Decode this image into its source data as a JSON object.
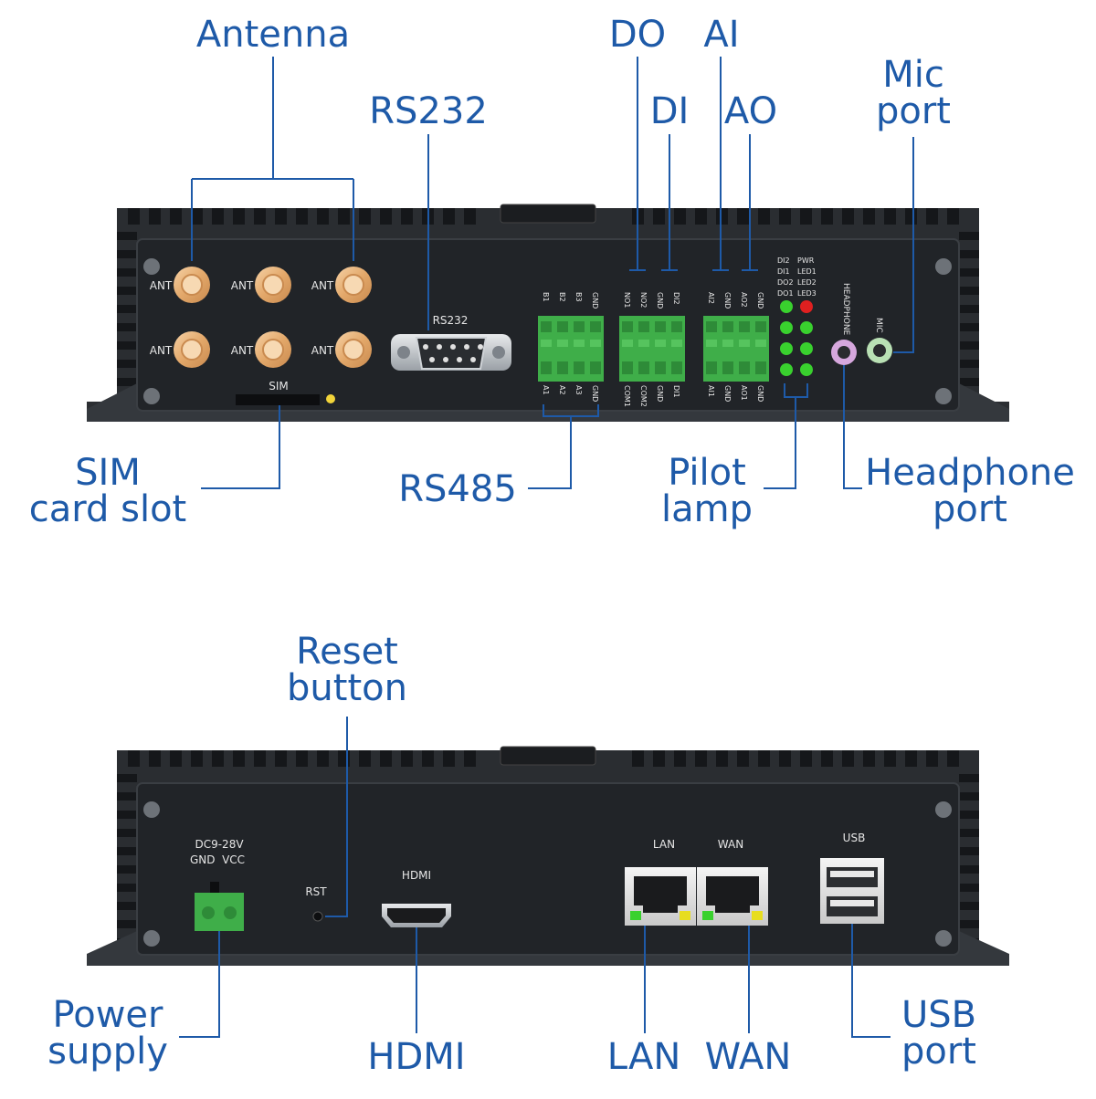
{
  "top_panel": {
    "ant_label": "ANT",
    "rs232_label": "RS232",
    "sim_label": "SIM",
    "rs485_top": [
      "B1",
      "B2",
      "B3",
      "GND"
    ],
    "rs485_bottom": [
      "A1",
      "A2",
      "A3",
      "GND"
    ],
    "dio_top": [
      "NO1",
      "NO2",
      "GND",
      "DI2"
    ],
    "dio_bottom": [
      "COM1",
      "COM2",
      "GND",
      "DI1"
    ],
    "aio_top": [
      "AI2",
      "GND",
      "AO2",
      "GND"
    ],
    "aio_bottom": [
      "AI1",
      "GND",
      "AO1",
      "GND"
    ],
    "led_left": [
      "DI2",
      "DI1",
      "DO2",
      "DO1"
    ],
    "led_right": [
      "PWR",
      "LED1",
      "LED2",
      "LED3"
    ],
    "headphone_label": "HEADPHONE",
    "mic_label": "MIC"
  },
  "bottom_panel": {
    "power_label_1": "DC9-28V",
    "power_label_2": "GND  VCC",
    "rst_label": "RST",
    "hdmi_label": "HDMI",
    "lan_label": "LAN",
    "wan_label": "WAN",
    "usb_label": "USB"
  },
  "callouts": {
    "antenna": "Antenna",
    "rs232": "RS232",
    "do": "DO",
    "ai": "AI",
    "di": "DI",
    "ao": "AO",
    "mic_1": "Mic",
    "mic_2": "port",
    "sim_1": "SIM",
    "sim_2": "card slot",
    "rs485": "RS485",
    "pilot_1": "Pilot",
    "pilot_2": "lamp",
    "headphone_1": "Headphone",
    "headphone_2": "port",
    "reset_1": "Reset",
    "reset_2": "button",
    "power_1": "Power",
    "power_2": "supply",
    "hdmi": "HDMI",
    "lan": "LAN",
    "wan": "WAN",
    "usb_1": "USB",
    "usb_2": "port"
  },
  "colors": {
    "callout": "#1e5aa8",
    "chassis": "#2a2d31",
    "panel": "#1f2226",
    "terminal": "#3fae49",
    "led_green": "#39d12e",
    "led_red": "#e02020",
    "gold": "#e8b47a"
  }
}
